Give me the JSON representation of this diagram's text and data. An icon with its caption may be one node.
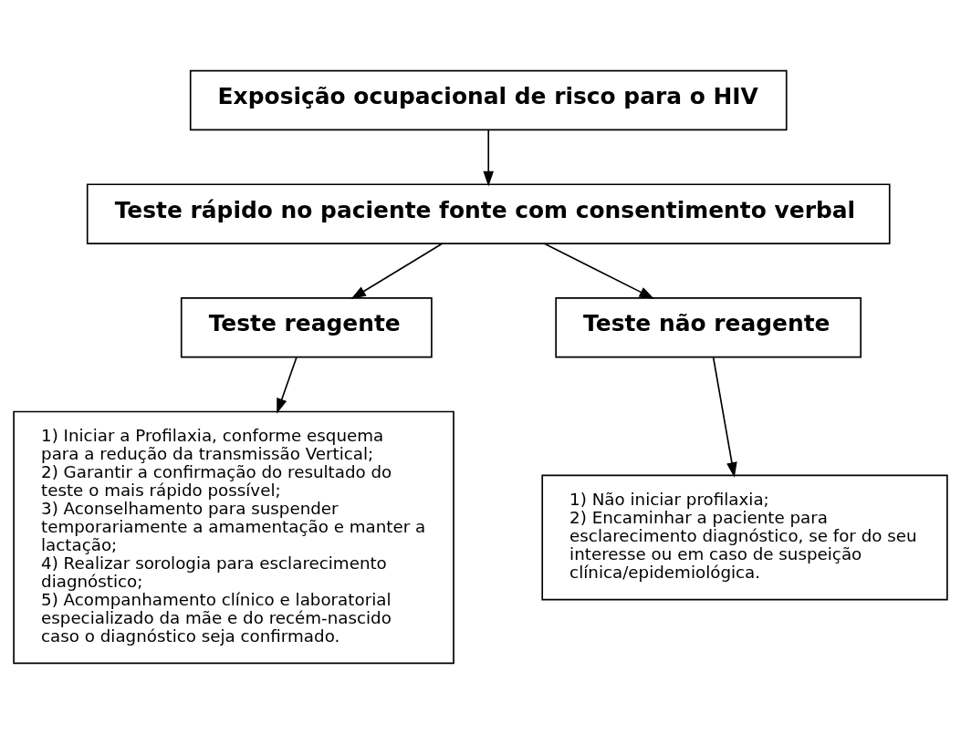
{
  "diagram": {
    "nodes": [
      {
        "text": [
          "Exposição ocupacional de risco para o HIV"
        ]
      },
      {
        "text": [
          "Teste rápido no paciente fonte com consentimento verbal"
        ]
      },
      {
        "text": [
          "Teste reagente"
        ]
      },
      {
        "text": [
          "Teste não reagente"
        ]
      },
      {
        "text": [
          "1) Iniciar a Profilaxia, conforme esquema para a redução da transmissão Vertical;",
          "2) Garantir a confirmação do resultado do teste o mais rápido possível;",
          "3) Aconselhamento para suspender temporariamente a amamentação e manter a lactação;",
          "4) Realizar sorologia para esclarecimento diagnóstico;",
          "5) Acompanhamento clínico e laboratorial especializado da mãe e do recém-nascido caso o diagnóstico seja confirmado."
        ]
      },
      {
        "text": [
          "1) Não iniciar profilaxia;",
          "2) Encaminhar a paciente para esclarecimento diagnóstico, se for do seu interesse ou em caso de suspeição clínica/epidemiológica."
        ]
      }
    ],
    "edges": [
      {
        "from": 0,
        "to": 1,
        "arrow": "to"
      },
      {
        "from": 1,
        "to": 2,
        "arrow": "to"
      },
      {
        "from": 1,
        "to": 3,
        "arrow": "to"
      },
      {
        "from": 2,
        "to": 4,
        "arrow": "to"
      },
      {
        "from": 3,
        "to": 5,
        "arrow": "to"
      }
    ]
  }
}
